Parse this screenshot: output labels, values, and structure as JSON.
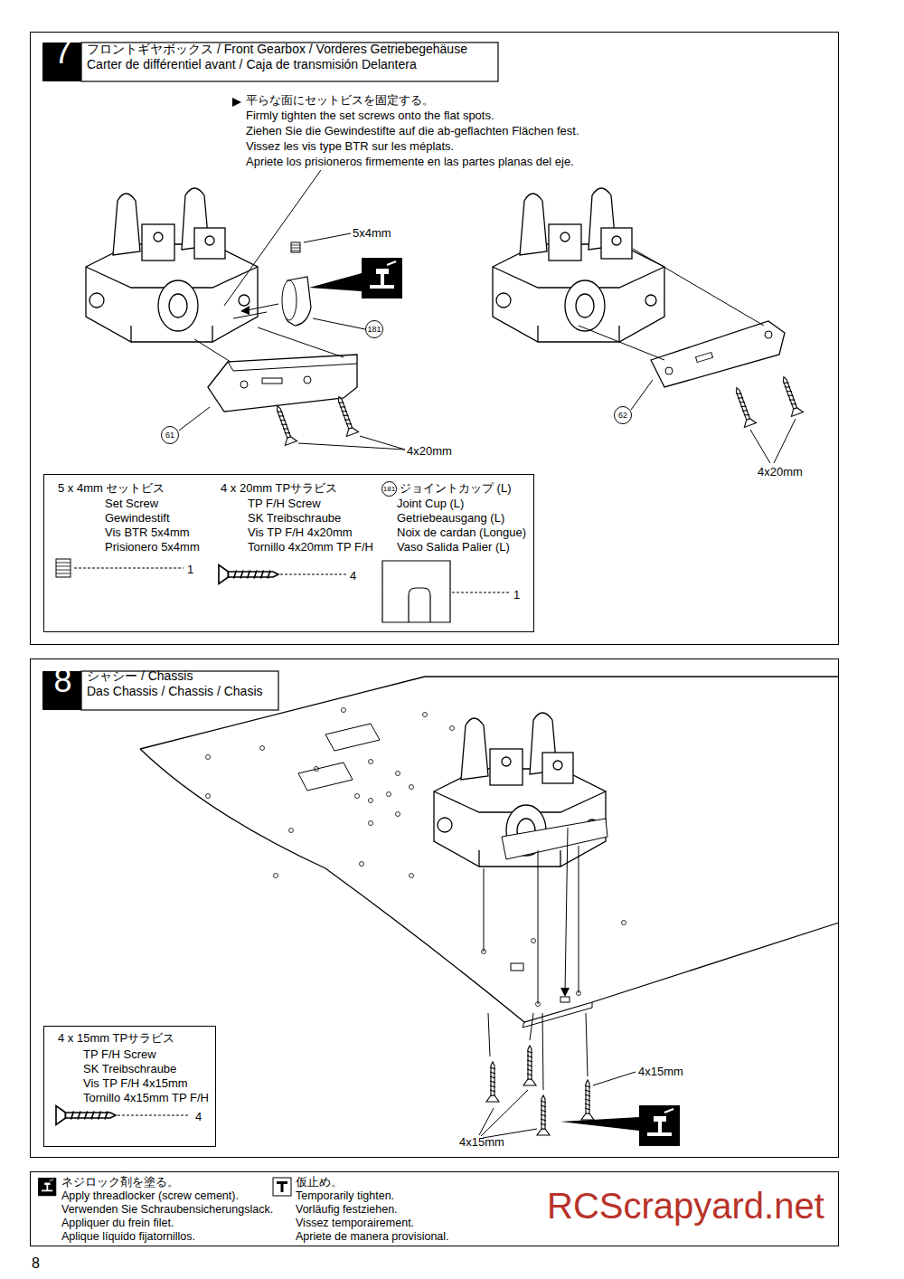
{
  "diagram": {
    "nodes": [
      {
        "text": [
          "7",
          "フロントギヤボックス / Front Gearbox / Vorderes Getriebegehäuse",
          "Carter de différentiel avant / Caja de transmisión Delantera"
        ]
      },
      {
        "text": [
          "5 x 4mm セットビス",
          "Set Screw",
          "Gewindestift",
          "Vis BTR 5x4mm",
          "Prisionero 5x4mm",
          "1",
          "4 x 20mm TPサラビス",
          "TP F/H Screw",
          "SK Treibschraube",
          "Vis TP F/H 4x20mm",
          "Tornillo 4x20mm TP F/H",
          "4",
          "181",
          "ジョイントカップ (L)",
          "Joint Cup (L)",
          "Getriebeausgang (L)",
          "Noix de cardan (Longue)",
          "Vaso Salida Palier (L)",
          "1"
        ],
        "in": 0
      },
      {
        "text": [
          "8",
          "シャシー / Chassis",
          "Das Chassis / Chassis / Chasis"
        ]
      },
      {
        "text": [
          "4 x 15mm TPサラビス",
          "TP F/H Screw",
          "SK Treibschraube",
          "Vis TP F/H 4x15mm",
          "Tornillo 4x15mm TP F/H",
          "4"
        ],
        "in": 2
      },
      {
        "text": [
          "ネジロック剤を塗る。",
          "Apply threadlocker (screw cement).",
          "Verwenden Sie Schraubensicherungslack.",
          "Appliquer du frein filet.",
          "Aplique líquido fijatornillos.",
          "仮止め。",
          "Temporarily tighten.",
          "Vorläufig festziehen.",
          "Vissez temporairement.",
          "Apriete de manera provisional."
        ]
      }
    ],
    "labels": [
      "平らな面にセットビスを固定する。",
      "Firmly tighten the set screws onto the flat spots.",
      "Ziehen Sie die Gewindestifte auf die ab-geflachten Flächen fest.",
      "Vissez les vis type BTR sur les méplats.",
      "Apriete los prisioneros firmemente en las partes planas del eje.",
      "5x4mm",
      "181",
      "61",
      "4x20mm",
      "62",
      "4x20mm",
      "4x15mm",
      "4x15mm",
      "RCScrapyard.net",
      "8"
    ]
  }
}
